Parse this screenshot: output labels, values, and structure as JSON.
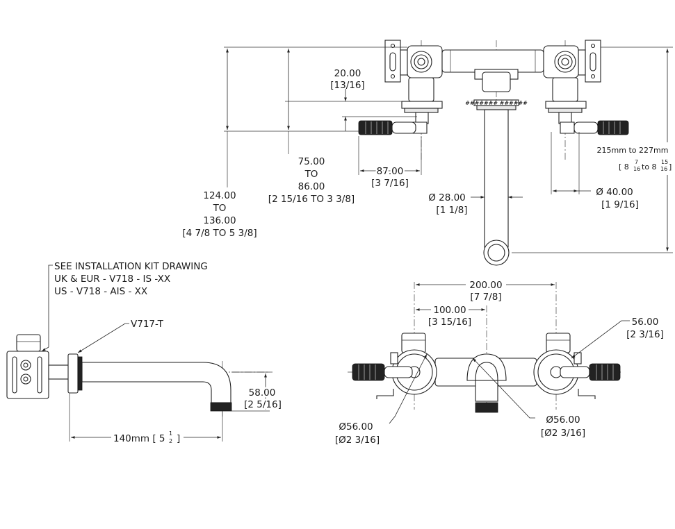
{
  "top_view": {
    "dim_20": {
      "value": "20.00",
      "imperial": "[13/16]"
    },
    "dim_75_86": {
      "line1": "75.00",
      "line2": "TO",
      "line3": "86.00",
      "imperial": "[2 15/16 TO 3 3/8]"
    },
    "dim_124_136": {
      "line1": "124.00",
      "line2": "TO",
      "line3": "136.00",
      "imperial": "[4 7/8 TO 5 3/8]"
    },
    "dim_87": {
      "value": "87.00",
      "imperial": "[3 7/16]"
    },
    "dim_dia28": {
      "value": "Ø 28.00",
      "imperial": "[1 1/8]"
    },
    "dim_dia40": {
      "value": "Ø  40.00",
      "imperial": "[1 9/16]"
    },
    "dim_215_227": {
      "value": "215mm to 227mm",
      "imp_open": "[ 8",
      "frac1_num": "7",
      "frac1_den": "16",
      "imp_to": "to 8",
      "frac2_num": "15",
      "frac2_den": "16",
      "imp_close": "]"
    },
    "nut_marking": "#######  ######"
  },
  "side_view": {
    "note": {
      "line1": "SEE INSTALLATION KIT DRAWING",
      "line2": "UK & EUR - V718 - IS -XX",
      "line3": "US - V718 - AIS - XX"
    },
    "part_label": "V717-T",
    "dim_58": {
      "value": "58.00",
      "imperial": "[2 5/16]"
    },
    "dim_140": {
      "value": "140mm [ 5",
      "frac_num": "1",
      "frac_den": "2",
      "close": "]"
    }
  },
  "front_view": {
    "dim_200": {
      "value": "200.00",
      "imperial": "[7 7/8]"
    },
    "dim_100": {
      "value": "100.00",
      "imperial": "[3 15/16]"
    },
    "dim_56_right": {
      "value": "56.00",
      "imperial": "[2 3/16]"
    },
    "dim_56_left": {
      "value": "Ø56.00",
      "imperial": "[Ø2 3/16]"
    },
    "dim_56_center": {
      "value": "Ø56.00",
      "imperial": "[Ø2 3/16]"
    }
  },
  "colors": {
    "line": "#1e1e1e",
    "background": "#ffffff",
    "knurl": "#222222"
  }
}
